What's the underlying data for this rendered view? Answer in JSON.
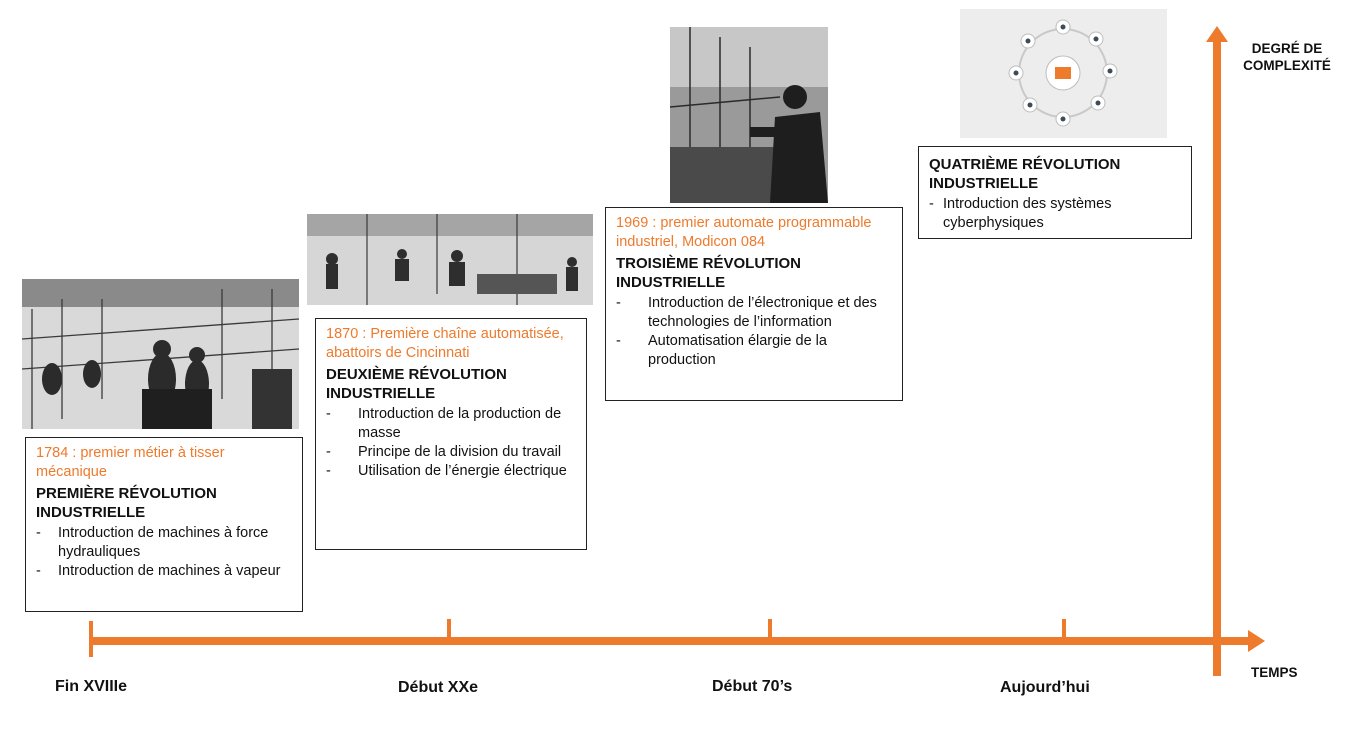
{
  "colors": {
    "accent": "#ee7a2c",
    "border": "#222222",
    "text": "#111111"
  },
  "axes": {
    "y_label": "DEGRÉ DE\nCOMPLEXITÉ",
    "x_label": "TEMPS"
  },
  "timeline": [
    {
      "label": "Fin XVIIIe"
    },
    {
      "label": "Début XXe"
    },
    {
      "label": "Début 70’s"
    },
    {
      "label": "Aujourd’hui"
    }
  ],
  "revolutions": [
    {
      "date_text": "1784 : premier métier à tisser mécanique",
      "title": "PREMIÈRE RÉVOLUTION INDUSTRIELLE",
      "items": [
        "Introduction de machines à force hydrauliques",
        "Introduction de machines à vapeur"
      ],
      "image": "engraving-textile-factory"
    },
    {
      "date_text": "1870 : Première chaîne automatisée, abattoirs de Cincinnati",
      "title": "DEUXIÈME RÉVOLUTION INDUSTRIELLE",
      "items": [
        "Introduction de la production de masse",
        "Principe de la division du travail",
        "Utilisation de l’énergie électrique"
      ],
      "image": "engraving-workshop"
    },
    {
      "date_text": "1969 : premier automate programmable industriel, Modicon 084",
      "title": "TROISIÈME RÉVOLUTION INDUSTRIELLE",
      "items": [
        "Introduction de l’électronique et des technologies de l’information",
        "Automatisation élargie de la production"
      ],
      "image": "photo-worker-machine"
    },
    {
      "date_text": "",
      "title": "QUATRIÈME RÉVOLUTION INDUSTRIELLE",
      "items": [
        "Introduction des systèmes cyberphysiques"
      ],
      "image": "industry-4-0-diagram"
    }
  ]
}
